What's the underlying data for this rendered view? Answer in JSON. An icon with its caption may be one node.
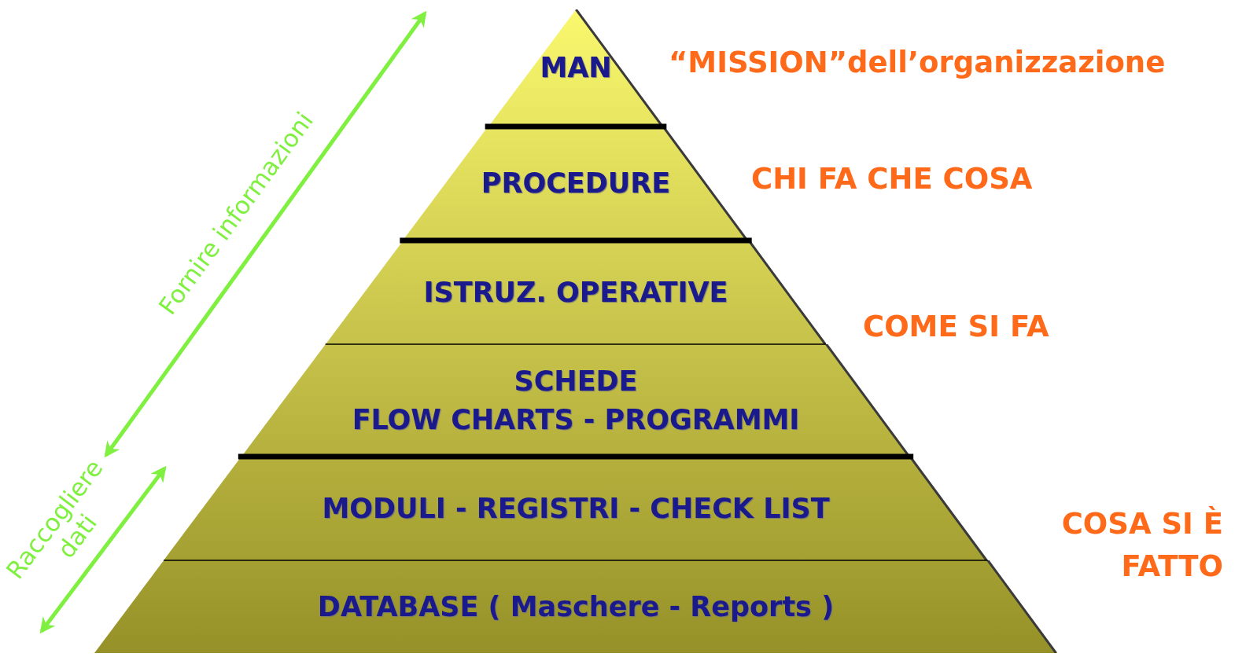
{
  "diagram": {
    "nodes": [
      {
        "text": [
          "MAN"
        ]
      },
      {
        "text": [
          "PROCEDURE"
        ]
      },
      {
        "text": [
          "ISTRUZ. OPERATIVE"
        ]
      },
      {
        "text": [
          "SCHEDE",
          "FLOW CHARTS - PROGRAMMI"
        ]
      },
      {
        "text": [
          "MODULI - REGISTRI - CHECK LIST"
        ]
      },
      {
        "text": [
          "DATABASE ( Maschere - Reports )"
        ]
      }
    ],
    "edges": [],
    "labels": [
      "Fornire informazioni",
      "“MISSION”dell’organizzazione",
      "CHI FA CHE COSA",
      "COME SI FA",
      "Raccogliere dati",
      "COSA SI È FATTO"
    ]
  }
}
